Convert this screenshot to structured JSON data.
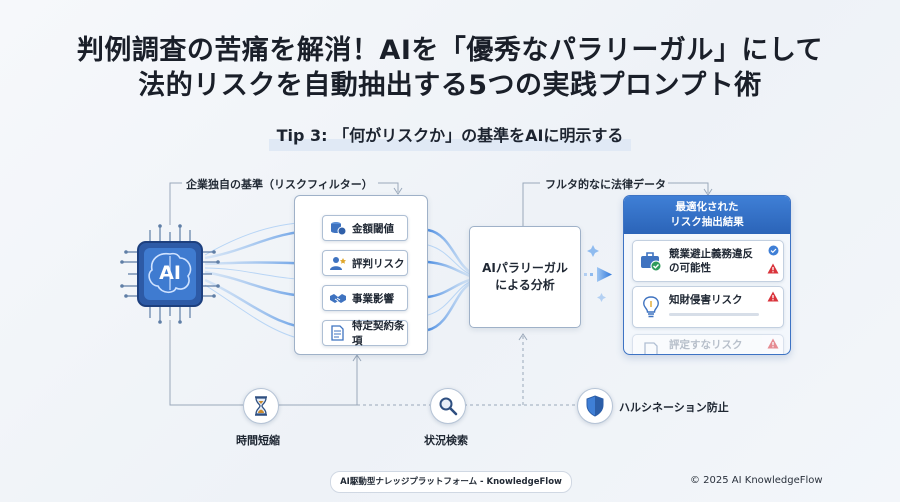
{
  "header": {
    "title_line1": "判例調査の苦痛を解消！AIを「優秀なパラリーガル」にして",
    "title_line2": "法的リスクを自動抽出する5つの実践プロンプト術",
    "tip": "Tip 3: 「何がリスクか」の基準をAIに明示する"
  },
  "ai_chip": {
    "label": "AI",
    "icon": "brain-chip-icon"
  },
  "filter": {
    "label": "企業独自の基準（リスクフィルター）",
    "items": [
      {
        "label": "金額閾値",
        "icon": "coins-icon"
      },
      {
        "label": "評判リスク",
        "icon": "person-reputation-icon"
      },
      {
        "label": "事業影響",
        "icon": "handshake-icon"
      },
      {
        "label": "特定契約条項",
        "icon": "document-icon"
      }
    ]
  },
  "analysis": {
    "line1": "AIパラリーガル",
    "line2": "による分析"
  },
  "fulltext_label": "フルタ的なに法律データ",
  "result": {
    "header_line1": "最適化された",
    "header_line2": "リスク抽出結果",
    "items": [
      {
        "line1": "競業避止義務違反",
        "line2": "の可能性",
        "icon": "briefcase-check-icon",
        "badge": "warning-icon"
      },
      {
        "line1": "知財侵害リスク",
        "line2": "",
        "icon": "lightbulb-icon",
        "badge": "warning-icon"
      },
      {
        "line1": "評定すなリスク",
        "line2": "",
        "icon": "document-icon",
        "badge": "warning-icon"
      }
    ]
  },
  "benefits": [
    {
      "label": "時間短縮",
      "icon": "hourglass-icon"
    },
    {
      "label": "状況検索",
      "icon": "magnifier-icon"
    },
    {
      "label": "ハルシネーション防止",
      "icon": "shield-check-icon"
    }
  ],
  "footer": {
    "pill": "AI駆動型ナレッジプラットフォーム - KnowledgeFlow",
    "copyright": "© 2025 AI KnowledgeFlow"
  },
  "colors": {
    "accent": "#2b64b8",
    "warning": "#d9333b",
    "flow": "#7fb0ea"
  }
}
